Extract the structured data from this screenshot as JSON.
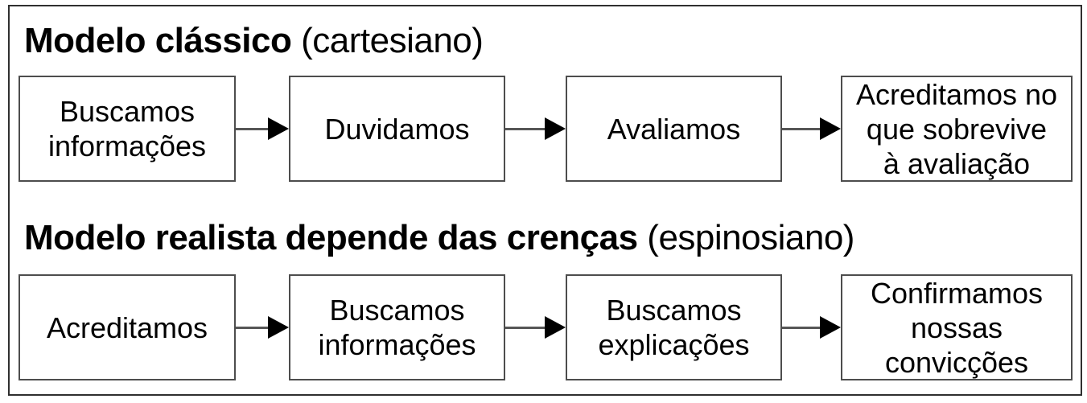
{
  "colors": {
    "background": "#ffffff",
    "frame_border": "#2f2f2f",
    "box_border": "#4d4d4d",
    "arrow_shaft": "#565656",
    "arrow_head": "#000000",
    "text": "#000000"
  },
  "icons": {
    "flow_arrow": "solid-black-right-arrowhead-with-gray-shaft"
  },
  "models": [
    {
      "title_bold": "Modelo clássico",
      "title_regular": " (cartesiano)",
      "boxes": [
        "Buscamos\ninformações",
        "Duvidamos",
        "Avaliamos",
        "Acreditamos no\nque sobrevive\nà avaliação"
      ]
    },
    {
      "title_bold": "Modelo realista depende das crenças",
      "title_regular": " (espinosiano)",
      "boxes": [
        "Acreditamos",
        "Buscamos\ninformações",
        "Buscamos\nexplicações",
        "Confirmamos\nnossas\nconvicções"
      ]
    }
  ]
}
